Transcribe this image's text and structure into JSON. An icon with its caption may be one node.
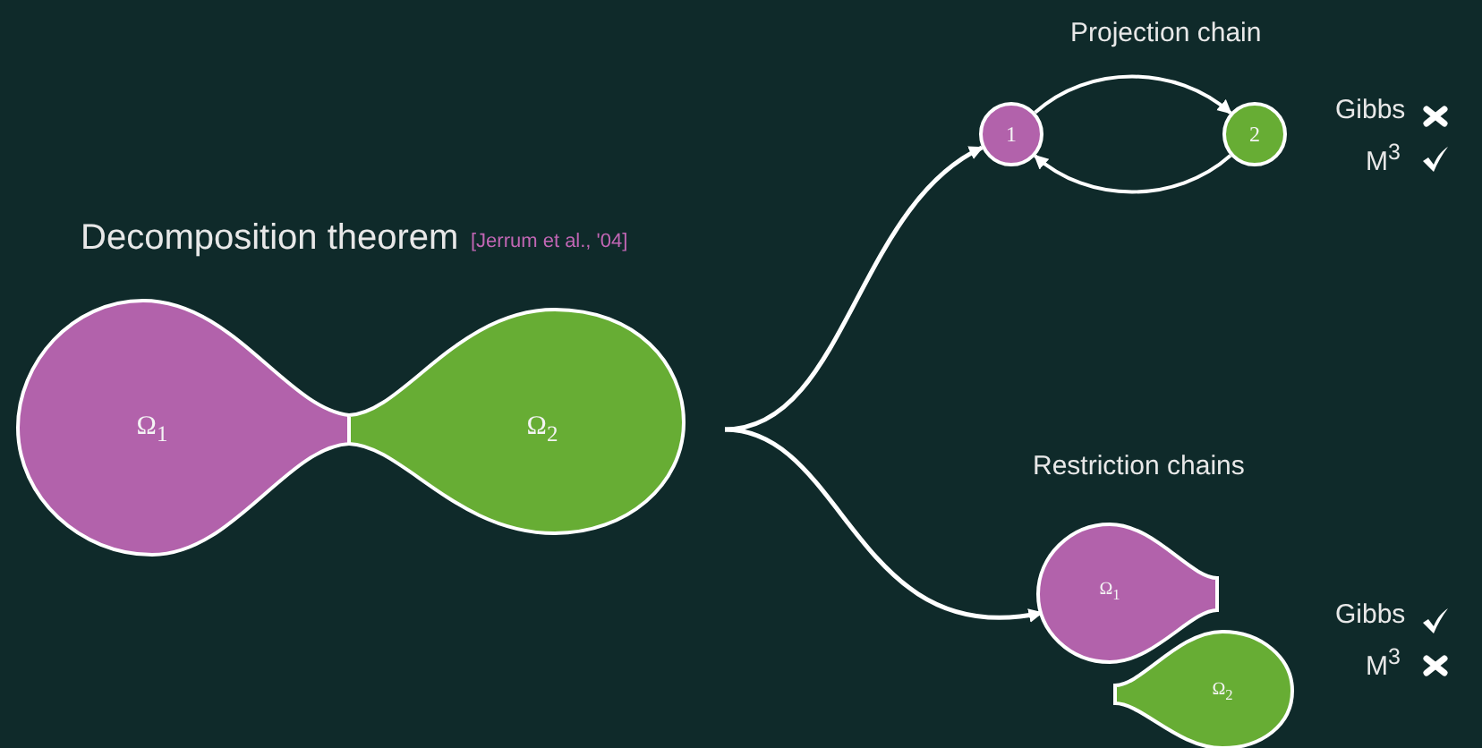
{
  "diagram": {
    "nodes": [
      {
        "text": [
          "Ω$_{1}$"
        ]
      },
      {
        "text": [
          "Ω$_{2}$"
        ]
      },
      {
        "text": [
          "1"
        ]
      },
      {
        "text": [
          "2"
        ]
      },
      {
        "text": [
          "Ω$_{1}$"
        ]
      },
      {
        "text": [
          "Ω$_{2}$"
        ]
      }
    ],
    "edges": [
      {
        "from": null,
        "to": 2,
        "arrow": "to"
      },
      {
        "from": null,
        "to": 4,
        "arrow": "to"
      },
      {
        "from": 2,
        "to": 3,
        "arrow": "to"
      },
      {
        "from": 3,
        "to": 2,
        "arrow": "to"
      }
    ],
    "labels": [
      "Decomposition theorem",
      "[Jerrum et al., '04]",
      "Projection chain",
      "Gibbs",
      "M$^{3}$",
      "Restriction chains",
      "Gibbs",
      "M$^{3}$"
    ]
  }
}
